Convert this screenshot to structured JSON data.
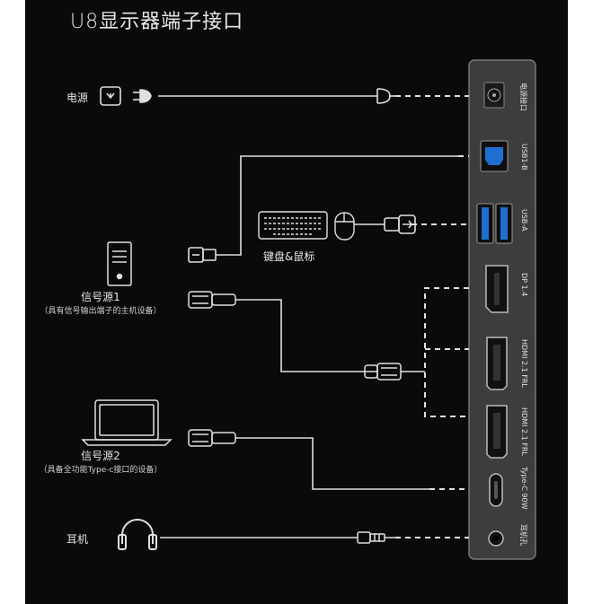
{
  "title": "U8显示器端子接口",
  "devices": {
    "power": "电源",
    "keyboard_mouse": "键盘&鼠标",
    "source1": "信号源1",
    "source1_desc": "（具有信号输出端子的主机设备）",
    "source2": "信号源2",
    "source2_desc": "（具备全功能Type-c接口的设备）",
    "headphone": "耳机"
  },
  "ports": {
    "power": "电源接口",
    "usb_b": "USB1-B",
    "usb_a": "USB-A",
    "dp": "DP 1.4",
    "hdmi1": "HDMI 2.1 FRL",
    "hdmi2": "HDMI 2.1 FRL",
    "typec": "Type-C 90W",
    "earphone": "耳机孔"
  },
  "colors": {
    "background": "#0a0a0a",
    "panel": "#3d3d3d",
    "usb_blue": "#1f6fd1",
    "line": "#e0e0e0"
  }
}
